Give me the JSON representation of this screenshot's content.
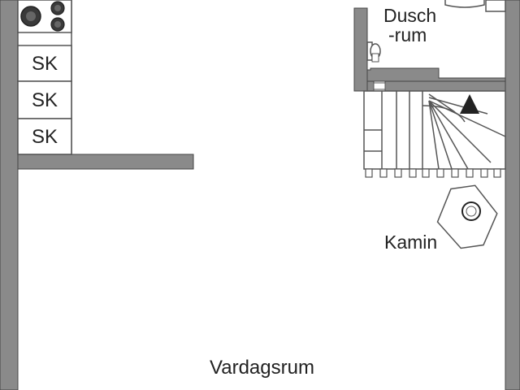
{
  "plan": {
    "rooms": {
      "dusch_line1": "Dusch",
      "dusch_line2": "-rum",
      "kamin": "Kamin",
      "vardagsrum": "Vardagsrum"
    },
    "cabinets": [
      "SK",
      "SK",
      "SK"
    ],
    "colors": {
      "wall": "#8a8a8a",
      "wall_outline": "#444444",
      "line": "#555555",
      "text": "#222222",
      "background": "#ffffff"
    }
  }
}
